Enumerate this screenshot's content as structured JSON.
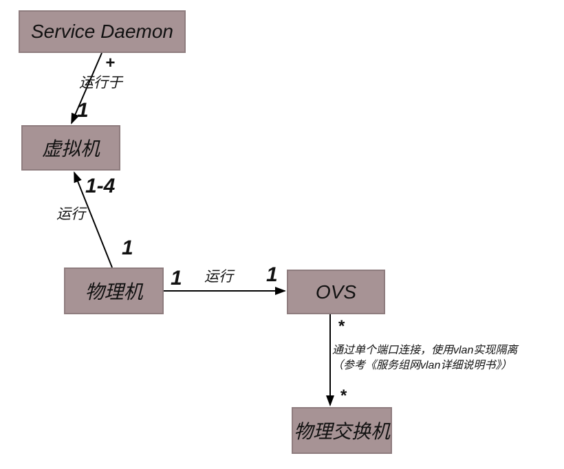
{
  "colors": {
    "background": "#ffffff",
    "node_fill": "#a79395",
    "node_border": "#8e7c7e",
    "line": "#000000",
    "text": "#111111"
  },
  "nodes": {
    "service_daemon": {
      "label": "Service Daemon"
    },
    "virtual_machine": {
      "label": "虚拟机"
    },
    "physical_machine": {
      "label": "物理机"
    },
    "ovs": {
      "label": "OVS"
    },
    "physical_switch": {
      "label": "物理交换机"
    }
  },
  "edges": {
    "daemon_to_vm": {
      "source_multiplicity": "+",
      "label": "运行于",
      "target_multiplicity": "1"
    },
    "pm_to_vm": {
      "target_multiplicity": "1-4",
      "label": "运行",
      "source_multiplicity": "1"
    },
    "pm_to_ovs": {
      "source_multiplicity": "1",
      "label": "运行",
      "target_multiplicity": "1"
    },
    "ovs_to_switch": {
      "source_multiplicity": "*",
      "note_line1": "通过单个端口连接，使用vlan实现隔离",
      "note_line2": "（参考《服务组网vlan详细说明书》）",
      "target_multiplicity": "*"
    }
  }
}
